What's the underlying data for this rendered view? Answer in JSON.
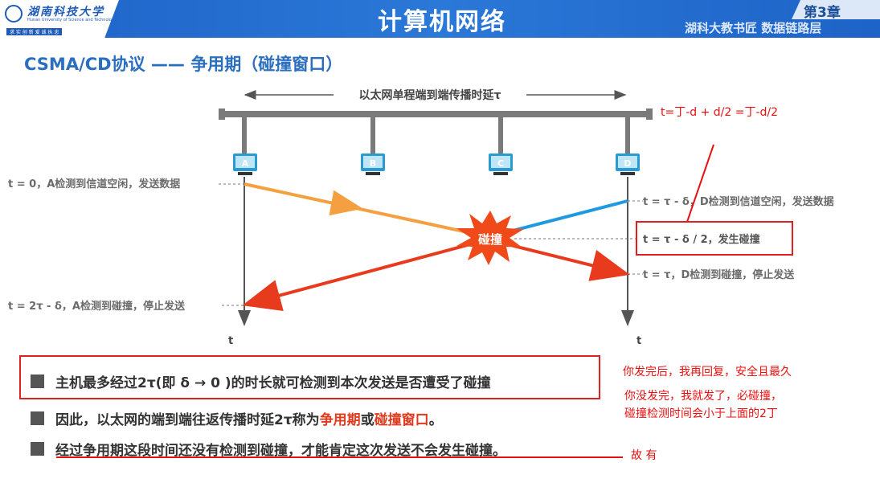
{
  "header": {
    "university_name": "湖南科技大学",
    "university_en": "Hunan University of Science and Technology",
    "motto": "求 实 创 新    爱 诚 执 忠",
    "title": "计算机网络",
    "chapter": "第3章",
    "overlay": "湖科大教书匠 数据链路层"
  },
  "section_title": "CSMA/CD协议 —— 争用期（碰撞窗口）",
  "diagram": {
    "propagation_label": "以太网单程端到端传播时延τ",
    "stations": [
      "A",
      "B",
      "C",
      "D"
    ],
    "collision_label": "碰撞",
    "t_left": "t",
    "t_right": "t",
    "event_a_start": "t = 0，A检测到信道空闲，发送数据",
    "event_d_start": "t = τ - δ，D检测到信道空闲，发送数据",
    "event_collision": "t = τ - δ / 2，发生碰撞",
    "event_d_detect": "t = τ，D检测到碰撞，停止发送",
    "event_a_detect": "t = 2τ - δ，A检测到碰撞，停止发送",
    "colors": {
      "a_signal": "#f4a040",
      "d_signal": "#1e9be0",
      "collision_signal": "#e83a1c",
      "station": "#2a9bd0",
      "bus": "#7a7a7a"
    }
  },
  "bullets": {
    "b1": "主机最多经过2τ(即 δ → 0 )的时长就可检测到本次发送是否遭受了碰撞",
    "b2_pre": "因此，以太网的端到端往返传播时延2τ称为",
    "b2_term1": "争用期",
    "b2_or": "或",
    "b2_term2": "碰撞窗口",
    "b2_end": "。",
    "b3": "经过争用期这段时间还没有检测到碰撞，才能肯定这次发送不会发生碰撞。"
  },
  "annotations": {
    "formula": "t=丁-d  +  d/2  =丁-d/2",
    "note1": "你发完后，我再回复，安全且最久",
    "note2": "你没发完，我就发了，必碰撞，",
    "note3": "碰撞检测时间会小于上面的2丁",
    "note4": "故  有"
  }
}
